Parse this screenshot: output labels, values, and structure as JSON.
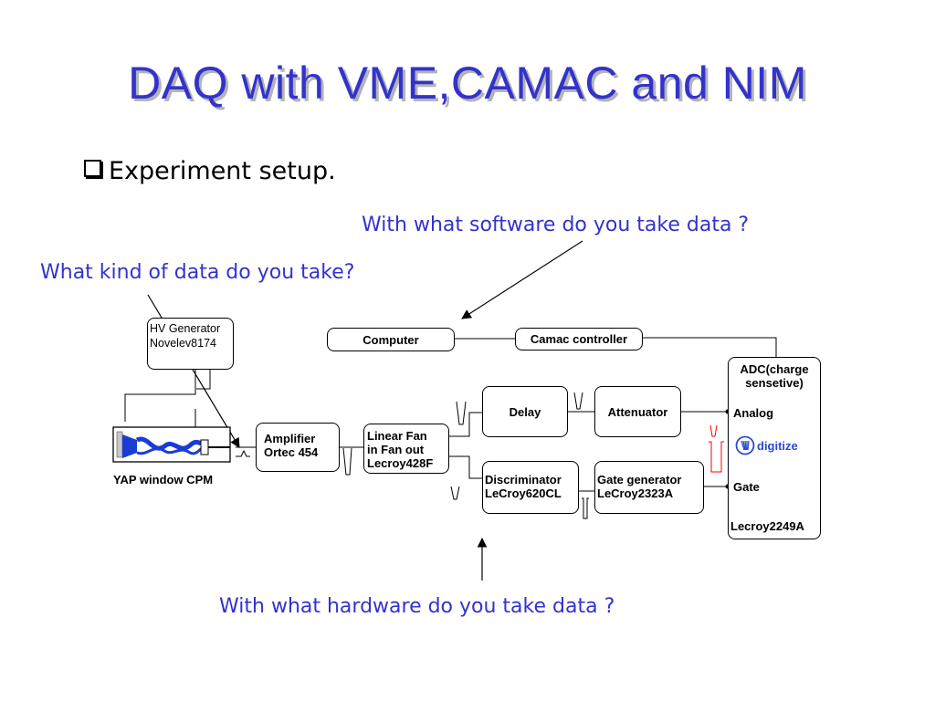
{
  "slide": {
    "title": "DAQ with VME,CAMAC and NIM",
    "bullet": "Experiment setup.",
    "q_software": "With what software do you take data ?",
    "q_kind": "What kind of data do you take?",
    "q_hardware": "With what hardware do you take data ?",
    "accent_color": "#3333cc"
  },
  "diagram": {
    "hv_generator": "HV Generator",
    "hv_model": "Novelev8174",
    "pmt_label": "YAP window CPM",
    "amplifier": "Amplifier",
    "amplifier_model": "Ortec 454",
    "linear_fan": "Linear Fan",
    "linear_fan_2": "in Fan out",
    "linear_fan_model": "Lecroy428F",
    "delay": "Delay",
    "attenuator": "Attenuator",
    "discriminator": "Discriminator",
    "discriminator_model": "LeCroy620CL",
    "gate_generator": "Gate generator",
    "gate_generator_model": "LeCroy2323A",
    "computer": "Computer",
    "camac_controller": "Camac controller",
    "adc_line1": "ADC(charge",
    "adc_line2": "sensetive)",
    "adc_analog": "Analog",
    "adc_digitize": "digitize",
    "adc_gate": "Gate",
    "adc_model": "Lecroy2249A"
  }
}
